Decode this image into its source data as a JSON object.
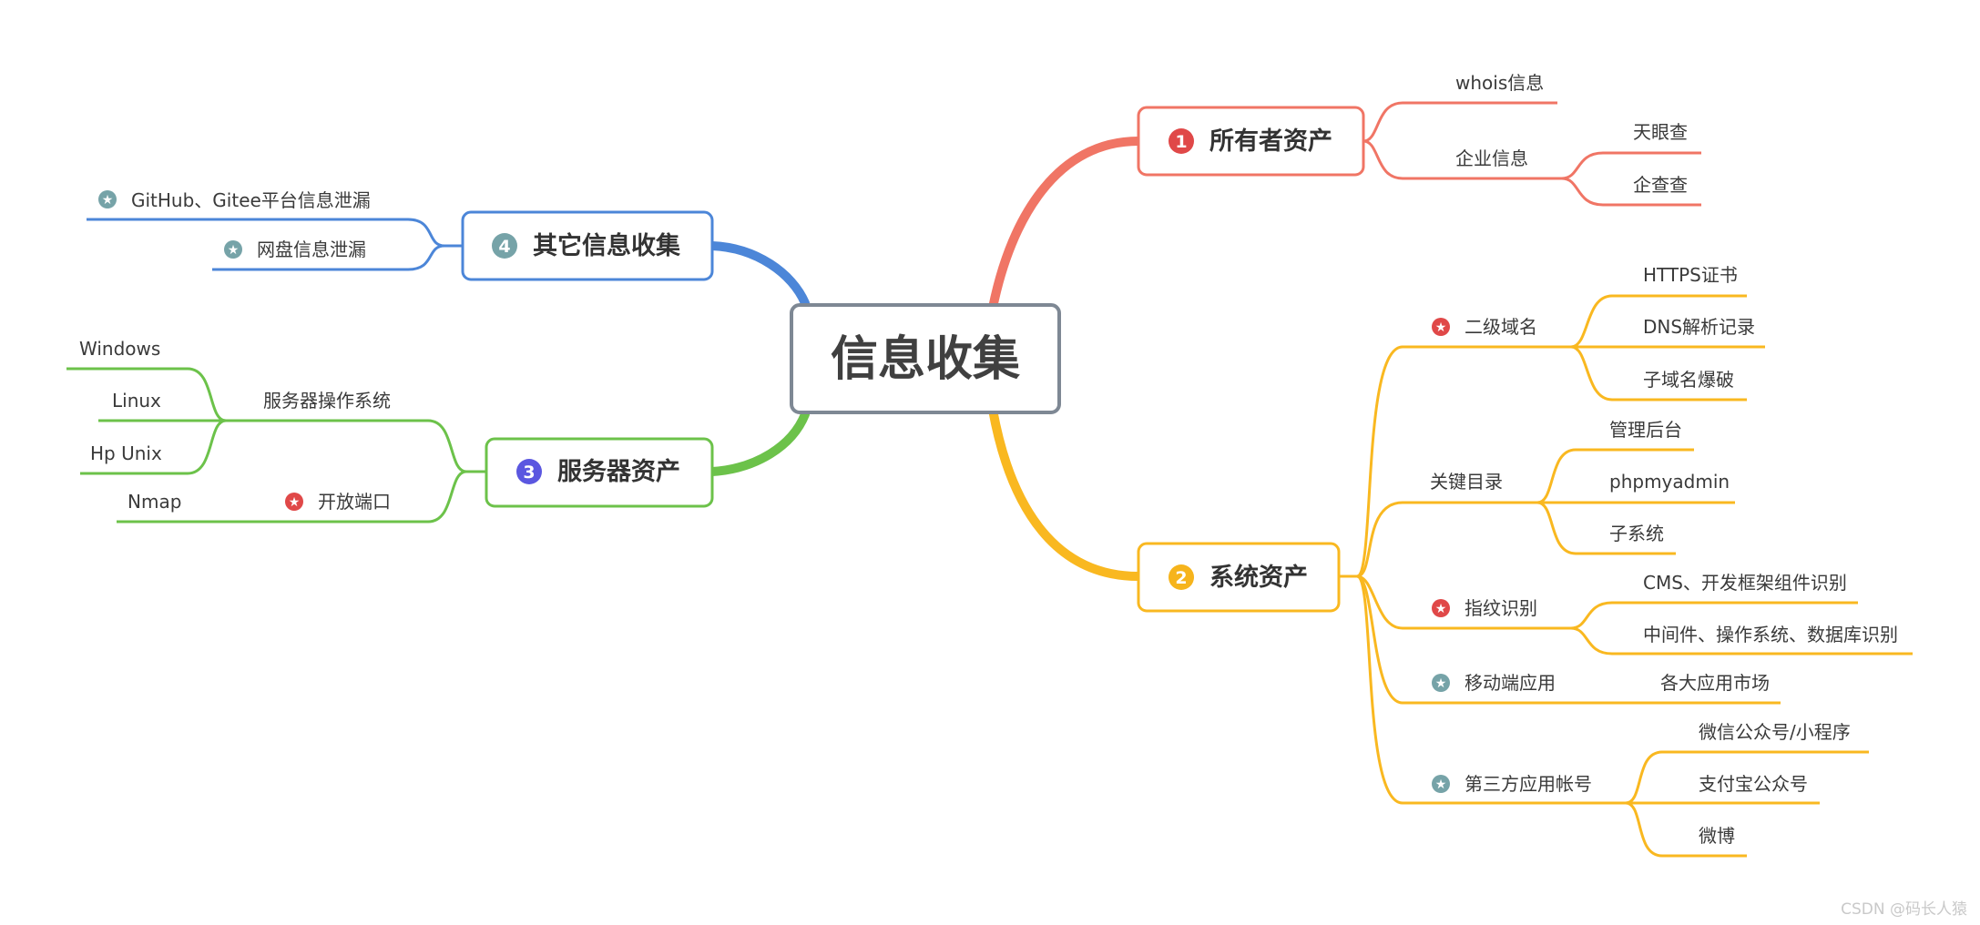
{
  "root": {
    "label": "信息收集"
  },
  "branches": {
    "owner": {
      "label": "所有者资产",
      "number": "1",
      "color": "#f07565",
      "badge_color": "#e04848",
      "children": {
        "whois": "whois信息",
        "company": {
          "label": "企业信息",
          "children": [
            "天眼查",
            "企查查"
          ]
        }
      }
    },
    "system": {
      "label": "系统资产",
      "number": "2",
      "color": "#f9b820",
      "badge_color": "#f6b41c",
      "children": {
        "subdomain": {
          "label": "二级域名",
          "icon": "star-red-icon",
          "children": [
            "HTTPS证书",
            "DNS解析记录",
            "子域名爆破"
          ]
        },
        "dirs": {
          "label": "关键目录",
          "children": [
            "管理后台",
            "phpmyadmin",
            "子系统"
          ]
        },
        "fingerprint": {
          "label": "指纹识别",
          "icon": "star-red-icon",
          "children": [
            "CMS、开发框架组件识别",
            "中间件、操作系统、数据库识别"
          ]
        },
        "mobile": {
          "label": "移动端应用",
          "icon": "star-teal-icon",
          "children": [
            "各大应用市场"
          ]
        },
        "thirdparty": {
          "label": "第三方应用帐号",
          "icon": "star-teal-icon",
          "children": [
            "微信公众号/小程序",
            "支付宝公众号",
            "微博"
          ]
        }
      }
    },
    "server": {
      "label": "服务器资产",
      "number": "3",
      "color": "#6cc24a",
      "badge_color": "#5b57e0",
      "children": {
        "os": {
          "label": "服务器操作系统",
          "children": [
            "Windows",
            "Linux",
            "Hp Unix"
          ]
        },
        "ports": {
          "label": "开放端口",
          "icon": "star-red-icon",
          "children": [
            "Nmap"
          ]
        }
      }
    },
    "other": {
      "label": "其它信息收集",
      "number": "4",
      "color": "#4c86d8",
      "badge_color": "#76a3a8",
      "children": {
        "git": {
          "label": "GitHub、Gitee平台信息泄漏",
          "icon": "star-teal-icon"
        },
        "netdisk": {
          "label": "网盘信息泄漏",
          "icon": "star-teal-icon"
        }
      }
    }
  },
  "watermark": "CSDN @码长人猿"
}
